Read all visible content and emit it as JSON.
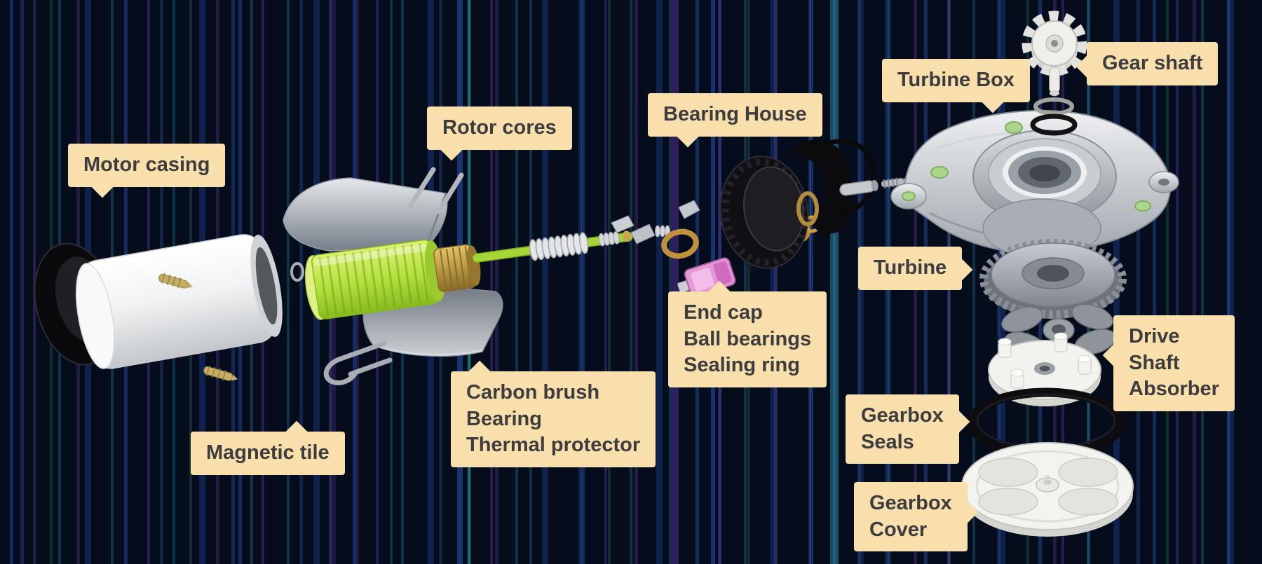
{
  "colors": {
    "label_bg": "#f8dfac",
    "label_text": "#3d3d3f",
    "background": "#050d1d"
  },
  "labels": {
    "motor_casing": {
      "line1": "Motor casing"
    },
    "rotor_cores": {
      "line1": "Rotor cores"
    },
    "bearing_house": {
      "line1": "Bearing House"
    },
    "turbine_box": {
      "line1": "Turbine Box"
    },
    "gear_shaft": {
      "line1": "Gear shaft"
    },
    "magnetic_tile": {
      "line1": "Magnetic tile"
    },
    "carbon_brush_group": {
      "line1": "Carbon brush",
      "line2": "Bearing",
      "line3": "Thermal protector"
    },
    "end_cap_group": {
      "line1": "End cap",
      "line2": "Ball bearings",
      "line3": "Sealing ring"
    },
    "turbine": {
      "line1": "Turbine"
    },
    "drive_shaft_absorber": {
      "line1": "Drive",
      "line2": "Shaft",
      "line3": "Absorber"
    },
    "gearbox_seals": {
      "line1": "Gearbox",
      "line2": "Seals"
    },
    "gearbox_cover": {
      "line1": "Gearbox",
      "line2": "Cover"
    }
  }
}
